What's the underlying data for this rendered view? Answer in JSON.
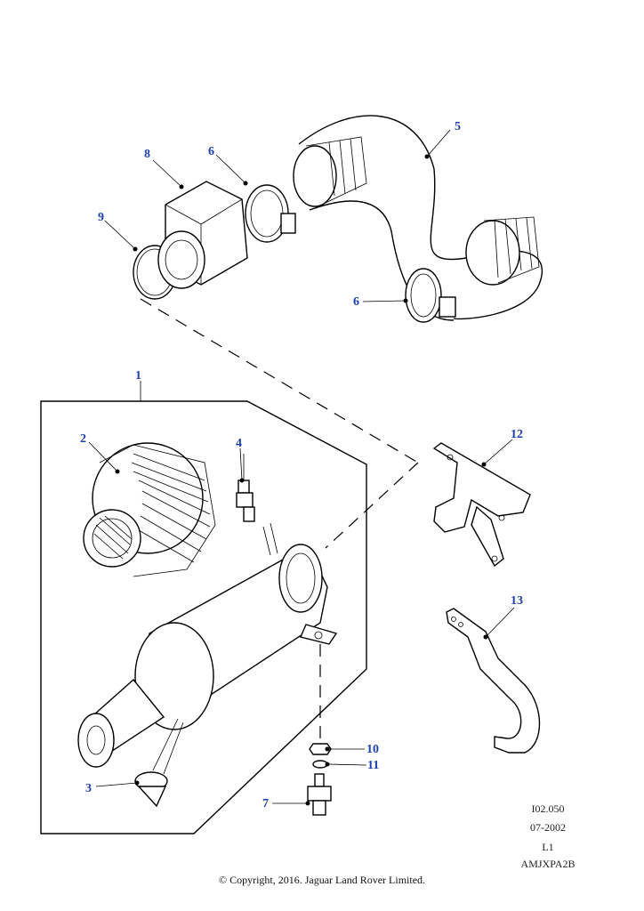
{
  "callouts": {
    "c1": "1",
    "c2": "2",
    "c3": "3",
    "c4": "4",
    "c5": "5",
    "c6a": "6",
    "c6b": "6",
    "c7": "7",
    "c8": "8",
    "c9": "9",
    "c10": "10",
    "c11": "11",
    "c12": "12",
    "c13": "13"
  },
  "meta": {
    "ref": "I02.050",
    "date": "07-2002",
    "level": "L1",
    "code": "AMJXPA2B"
  },
  "copyright": "© Copyright, 2016. Jaguar Land Rover Limited."
}
